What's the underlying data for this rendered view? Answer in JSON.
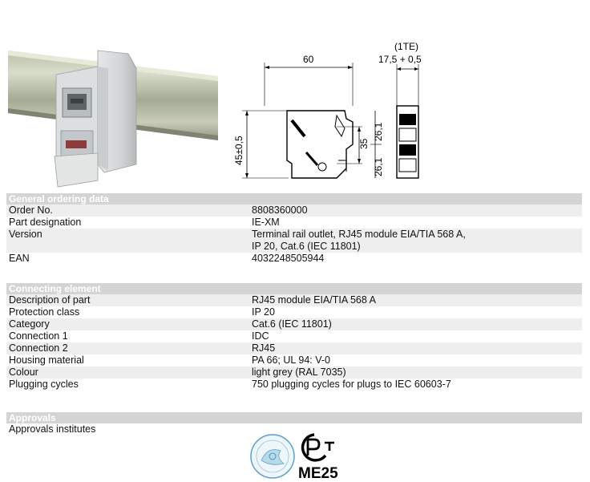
{
  "drawing": {
    "width_label": "60",
    "te_label": "(1TE)",
    "te_width_label": "17,5 + 0,5",
    "height_label": "45±0,5",
    "dim_26_top": "26,1",
    "dim_35": "35",
    "dim_26_bottom": "26,1"
  },
  "general": {
    "title": "General ordering data",
    "rows": [
      {
        "label": "Order No.",
        "value": "8808360000"
      },
      {
        "label": "Part designation",
        "value": "IE-XM"
      },
      {
        "label": "Version",
        "value": "Terminal rail outlet, RJ45 module EIA/TIA 568 A,",
        "value2": "IP 20, Cat.6 (IEC 11801)"
      },
      {
        "label": "EAN",
        "value": "4032248505944"
      }
    ]
  },
  "connecting": {
    "title": "Connecting element",
    "rows": [
      {
        "label": "Description of part",
        "value": "RJ45 module EIA/TIA 568 A"
      },
      {
        "label": "Protection class",
        "value": "IP 20"
      },
      {
        "label": "Category",
        "value": "Cat.6 (IEC 11801)"
      },
      {
        "label": "Connection 1",
        "value": "IDC"
      },
      {
        "label": "Connection 2",
        "value": "RJ45"
      },
      {
        "label": "Housing material",
        "value": "PA 66; UL 94: V-0"
      },
      {
        "label": "Colour",
        "value": "light grey (RAL 7035)"
      },
      {
        "label": "Plugging cycles",
        "value": "750 plugging cycles for plugs to IEC 60603-7"
      }
    ]
  },
  "approvals": {
    "title": "Approvals",
    "rows": [
      {
        "label": "Approvals institutes",
        "value": ""
      }
    ],
    "mark_code": "ME25"
  },
  "colors": {
    "header_bg": "#d4d4d4",
    "row_alt": "#eeeeee"
  }
}
